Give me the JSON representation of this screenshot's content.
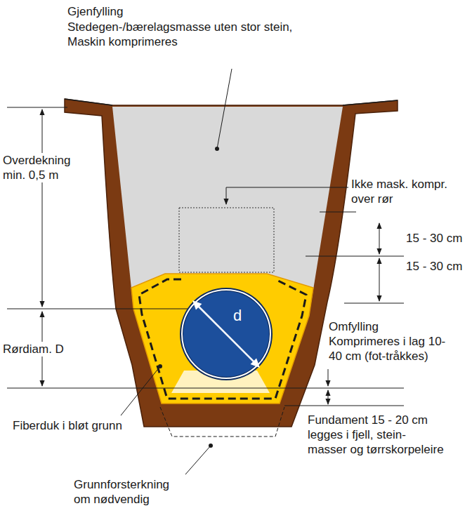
{
  "diagram": {
    "nodes": [
      {
        "text": [
          "d"
        ]
      }
    ],
    "labels": [
      "Gjenfylling",
      "Stedegen-/bærelagsmasse uten stor stein, Maskin komprimeres",
      "Overdekning min. 0,5 m",
      "Ikke mask. kompr. over rør",
      "15 - 30 cm",
      "15 - 30 cm",
      "Omfylling Komprimeres i lag 10-40 cm (fot-tråkkes)",
      "Rørdiam. D",
      "Fiberduk i bløt grunn",
      "Fundament 15 - 20 cm legges i fjell, stein- masser og tørrskorpeleire",
      "Grunnforsterkning om nødvendig"
    ]
  }
}
